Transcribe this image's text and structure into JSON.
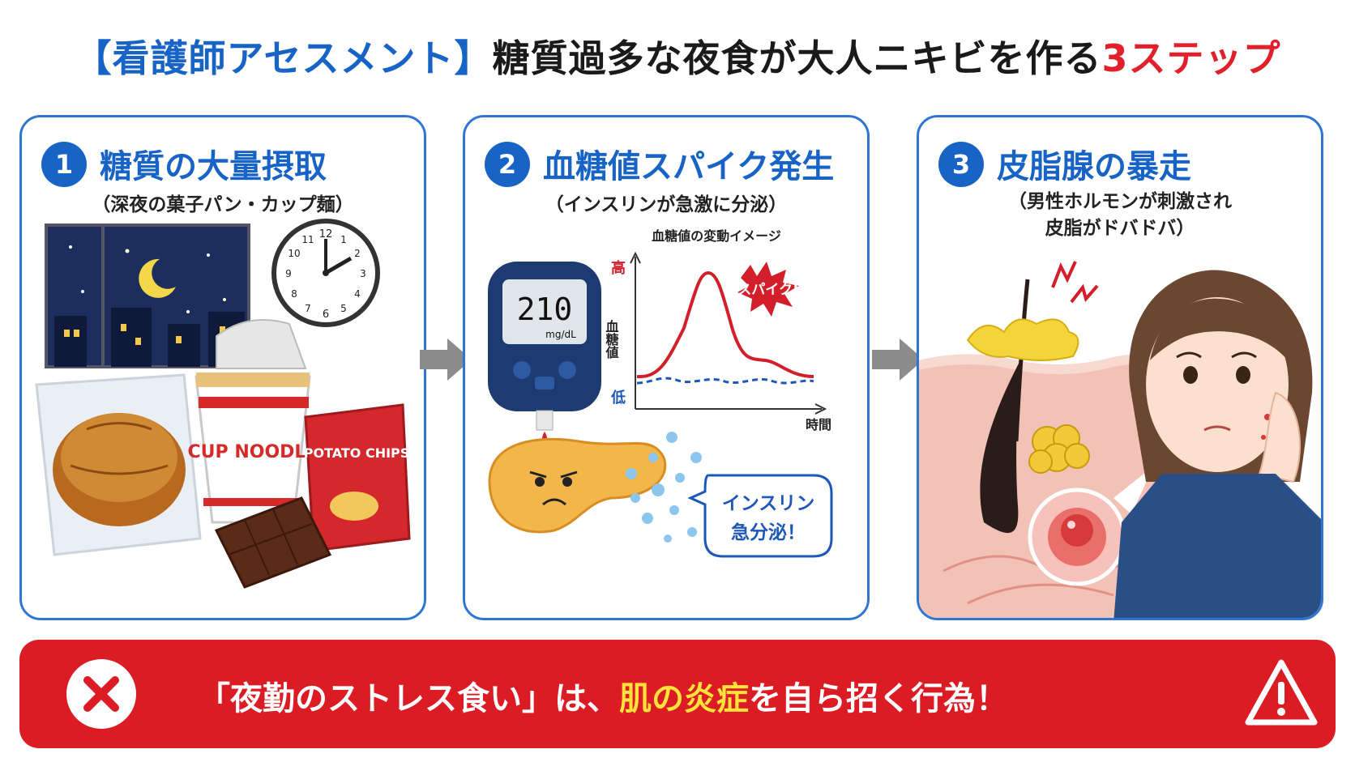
{
  "title": {
    "prefix": "【看護師アセスメント】",
    "main": "糖質過多な夜食が大人ニキビを作る",
    "highlight": "3ステップ"
  },
  "steps": [
    {
      "number": "1",
      "title": "糖質の大量摂取",
      "subtitle": "（深夜の菓子パン・カップ麺）",
      "cup_label": "CUP NOODLE",
      "chips_label": "POTATO CHIPS",
      "clock_numbers": [
        "12",
        "1",
        "2",
        "3",
        "4",
        "5",
        "6",
        "7",
        "8",
        "9",
        "10",
        "11"
      ]
    },
    {
      "number": "2",
      "title": "血糖値スパイク発生",
      "subtitle": "（インスリンが急激に分泌）",
      "meter_value": "210",
      "meter_unit": "mg/dL",
      "chart_title": "血糖値の変動イメージ",
      "y_high": "高",
      "y_low": "低",
      "y_label": "血糖値",
      "x_label": "時間",
      "spike_label": "スパイク!",
      "insulin_bubble_line1": "インスリン",
      "insulin_bubble_line2": "急分泌！"
    },
    {
      "number": "3",
      "title": "皮脂腺の暴走",
      "subtitle_line1": "（男性ホルモンが刺激され",
      "subtitle_line2": "皮脂がドバドバ）"
    }
  ],
  "banner": {
    "part1": "「夜勤のストレス食い」は、",
    "highlight": "肌の炎症",
    "part2": "を自ら招く行為！"
  },
  "colors": {
    "blue": "#1763c6",
    "red": "#e0202b",
    "banner_red": "#dc1c24",
    "yellow": "#ffe23a"
  }
}
